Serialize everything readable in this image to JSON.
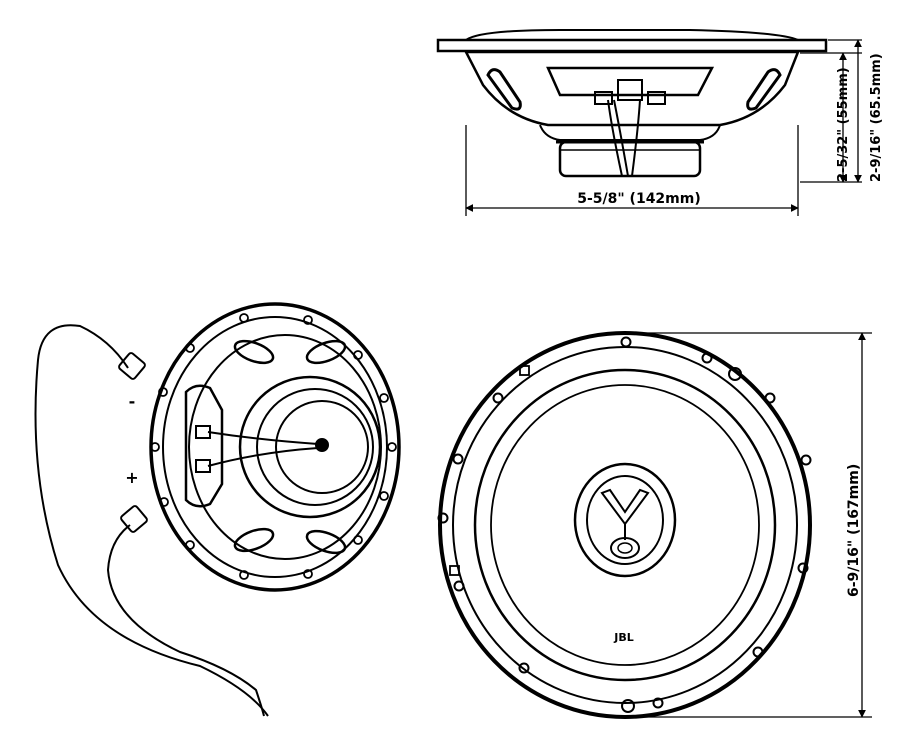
{
  "dimensions": {
    "width": "5-5/8\" (142mm)",
    "depth_short": "2-5/32\" (55mm)",
    "depth_total": "2-9/16\" (65.5mm)",
    "diameter": "6-9/16\" (167mm)"
  },
  "terminals": {
    "negative": "-",
    "positive": "+"
  },
  "brand": "JBL",
  "icons": {
    "side": "speaker-side-profile-icon",
    "rear": "speaker-rear-view-icon",
    "front": "speaker-front-view-icon",
    "wire": "speaker-wire-icon"
  }
}
